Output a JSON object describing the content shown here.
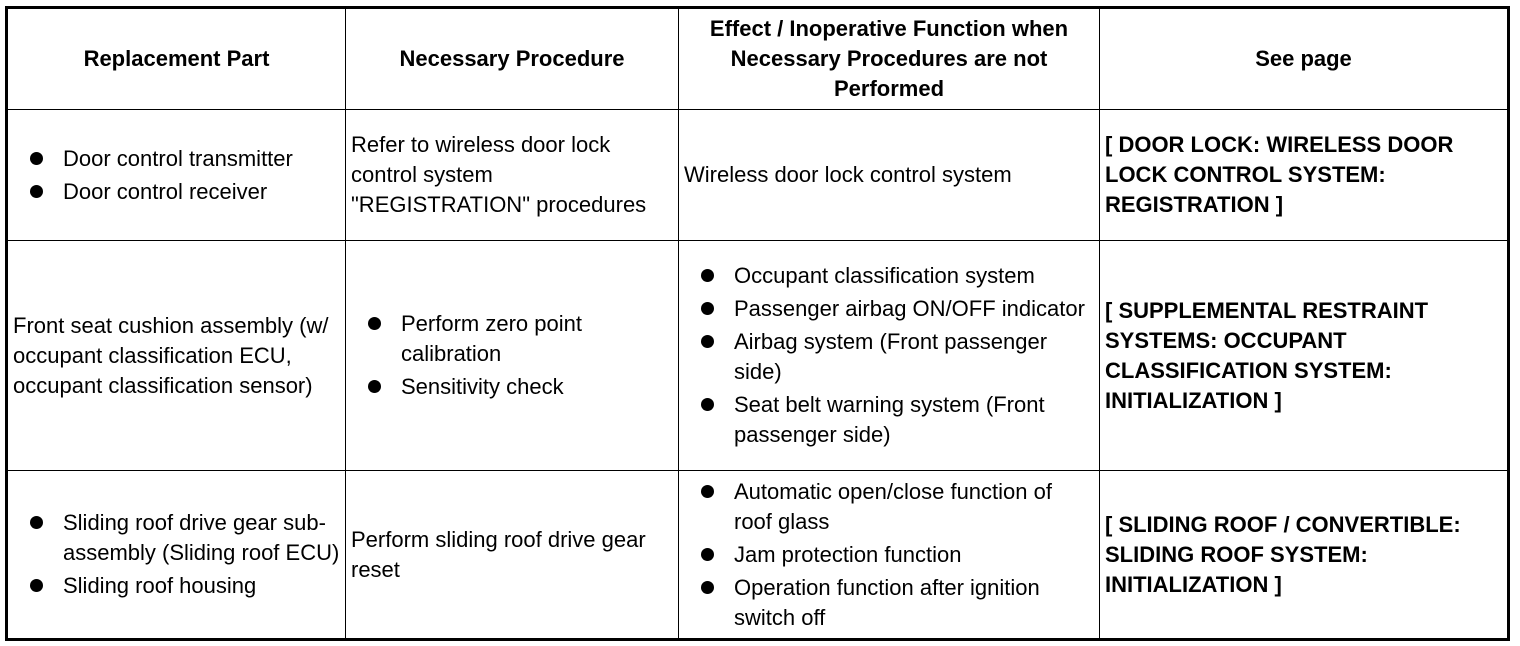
{
  "header": {
    "col1": "Replacement Part",
    "col2": "Necessary Procedure",
    "col3": "Effect / Inoperative Function when Necessary Procedures are not Performed",
    "col4": "See page"
  },
  "rows": [
    {
      "parts": [
        "Door control transmitter",
        "Door control receiver"
      ],
      "procedure": "Refer to wireless door lock control system \"REGISTRATION\" procedures",
      "effect": "Wireless door lock control system",
      "see": "[ DOOR LOCK: WIRELESS DOOR LOCK CONTROL SYSTEM: REGISTRATION ]"
    },
    {
      "part": "Front seat cushion assembly (w/ occupant classification ECU, occupant classification sensor)",
      "procedures": [
        "Perform zero point calibration",
        "Sensitivity check"
      ],
      "effects": [
        "Occupant classification system",
        "Passenger airbag ON/OFF indicator",
        "Airbag system (Front passenger side)",
        "Seat belt warning system (Front passenger side)"
      ],
      "see": "[ SUPPLEMENTAL RESTRAINT SYSTEMS: OCCUPANT CLASSIFICATION SYSTEM: INITIALIZATION ]"
    },
    {
      "parts": [
        "Sliding roof drive gear sub-assembly (Sliding roof ECU)",
        "Sliding roof housing"
      ],
      "procedure": "Perform sliding roof drive gear reset",
      "effects": [
        "Automatic open/close function of roof glass",
        "Jam protection function",
        "Operation function after ignition switch off"
      ],
      "see": "[ SLIDING ROOF / CONVERTIBLE: SLIDING ROOF SYSTEM: INITIALIZATION ]"
    }
  ]
}
